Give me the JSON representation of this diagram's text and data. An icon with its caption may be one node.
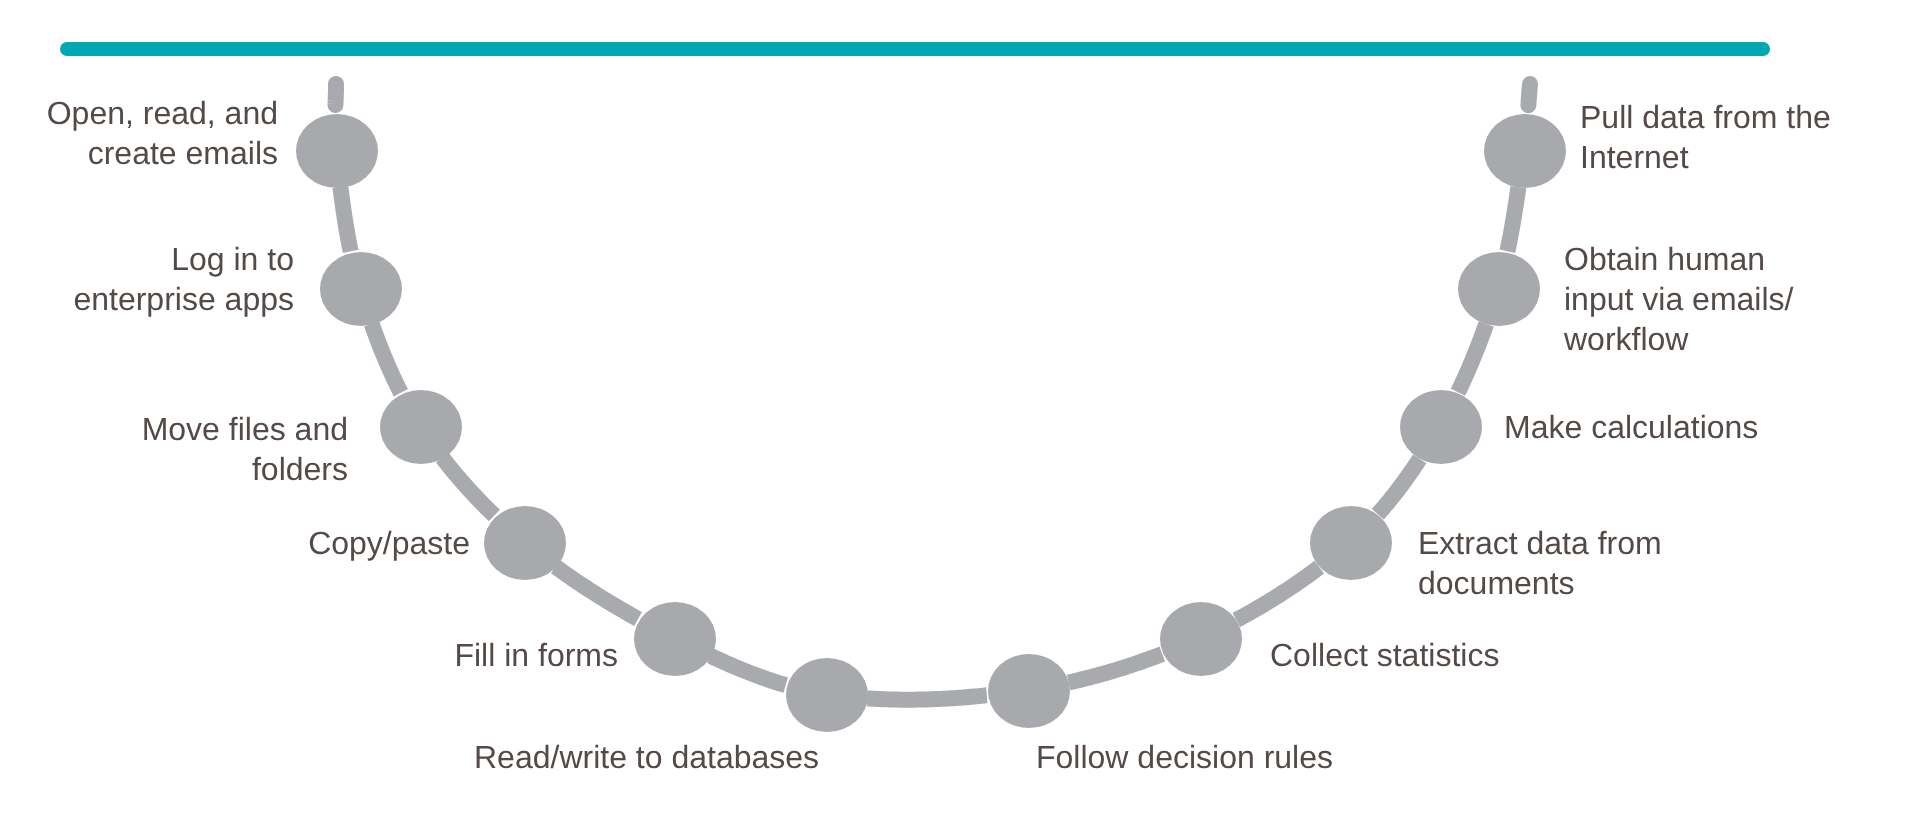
{
  "diagram": {
    "nodes": [
      {
        "text": [],
        "shape": "circle",
        "beside": [
          "Open, read, and create emails"
        ]
      },
      {
        "text": [],
        "shape": "circle",
        "beside": [
          "Log in to enterprise apps"
        ]
      },
      {
        "text": [],
        "shape": "circle",
        "beside": [
          "Move files and folders"
        ]
      },
      {
        "text": [],
        "shape": "circle",
        "beside": [
          "Copy/paste"
        ]
      },
      {
        "text": [],
        "shape": "circle",
        "beside": [
          "Fill in forms"
        ]
      },
      {
        "text": [],
        "shape": "circle",
        "beside": [
          "Read/write to databases"
        ]
      },
      {
        "text": [],
        "shape": "circle",
        "beside": [
          "Follow decision rules"
        ]
      },
      {
        "text": [],
        "shape": "circle",
        "beside": [
          "Collect statistics"
        ]
      },
      {
        "text": [],
        "shape": "circle",
        "beside": [
          "Extract data from documents"
        ]
      },
      {
        "text": [],
        "shape": "circle",
        "beside": [
          "Make calculations"
        ]
      },
      {
        "text": [],
        "shape": "circle",
        "beside": [
          "Obtain human input via emails/ workflow"
        ]
      },
      {
        "text": [],
        "shape": "circle",
        "beside": [
          "Pull data from the Internet"
        ]
      }
    ],
    "edges": [
      {
        "from": null,
        "to": 0,
        "arrow": "none"
      },
      {
        "from": 0,
        "to": 1,
        "arrow": "none"
      },
      {
        "from": 1,
        "to": 2,
        "arrow": "none"
      },
      {
        "from": 2,
        "to": 3,
        "arrow": "none"
      },
      {
        "from": 3,
        "to": 4,
        "arrow": "none"
      },
      {
        "from": 4,
        "to": 5,
        "arrow": "none"
      },
      {
        "from": 5,
        "to": 6,
        "arrow": "none"
      },
      {
        "from": 6,
        "to": 7,
        "arrow": "none"
      },
      {
        "from": 7,
        "to": 8,
        "arrow": "none"
      },
      {
        "from": 8,
        "to": 9,
        "arrow": "none"
      },
      {
        "from": 9,
        "to": 10,
        "arrow": "none"
      },
      {
        "from": 10,
        "to": 11,
        "arrow": "none"
      },
      {
        "from": 11,
        "to": null,
        "arrow": "none"
      }
    ]
  }
}
